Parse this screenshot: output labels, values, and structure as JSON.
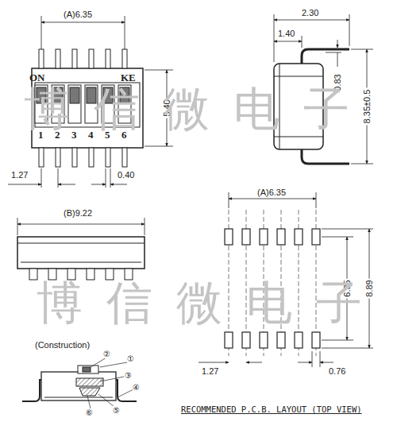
{
  "diagram": {
    "labels": [
      "(A)6.35",
      "ON",
      "KE",
      "1",
      "2",
      "3",
      "4",
      "5",
      "6",
      "5.40",
      "1.27",
      "0.40",
      "2.30",
      "1.40",
      "0.83",
      "8.35±0.5",
      "(B)9.22",
      "博信微电子",
      "(A)6.35",
      "6.35",
      "8.89",
      "博信微电子",
      "(Construction)",
      "①",
      "②",
      "③",
      "④",
      "⑤",
      "⑥",
      "1.27",
      "0.76",
      "RECOMMENDED P.C.B. LAYOUT (TOP VIEW)"
    ]
  }
}
